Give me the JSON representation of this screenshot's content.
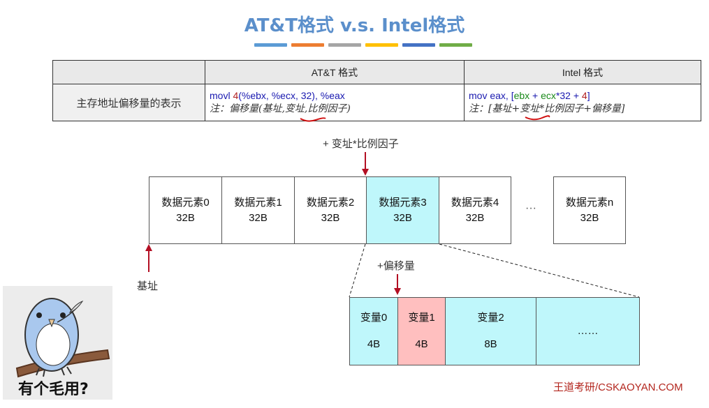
{
  "title": "AT&T格式 v.s. Intel格式",
  "color_bars": [
    "#5b9bd5",
    "#ed7d31",
    "#a5a5a5",
    "#ffc000",
    "#4472c4",
    "#70ad47"
  ],
  "table": {
    "headers": [
      "",
      "AT&T 格式",
      "Intel 格式"
    ],
    "row_label": "主存地址偏移量的表示",
    "att": {
      "code_op": "movl ",
      "code_num": "4",
      "code_args": "(%ebx, %ecx, 32), %eax",
      "note": "注：偏移量(基址,变址,比例因子)"
    },
    "intel": {
      "code_op": "mov eax, [",
      "code_reg": "ebx",
      "code_mid": " + ",
      "code_reg2": "ecx",
      "code_tail": "*32 + ",
      "code_num": "4",
      "code_end": "]",
      "note": "注：[基址+变址*比例因子+偏移量]"
    }
  },
  "labels": {
    "index_scale": "+ 变址*比例因子",
    "base": "基址",
    "offset": "+偏移量"
  },
  "array_cells": [
    {
      "name": "数据元素0",
      "size": "32B"
    },
    {
      "name": "数据元素1",
      "size": "32B"
    },
    {
      "name": "数据元素2",
      "size": "32B"
    },
    {
      "name": "数据元素3",
      "size": "32B"
    },
    {
      "name": "数据元素4",
      "size": "32B"
    },
    {
      "name": "数据元素n",
      "size": "32B"
    }
  ],
  "array_ellipsis": "···",
  "struct_cells": [
    {
      "name": "变量0",
      "size": "4B"
    },
    {
      "name": "变量1",
      "size": "4B"
    },
    {
      "name": "变量2",
      "size": "8B"
    }
  ],
  "struct_ellipsis": "……",
  "meme_text": "有个毛用?",
  "footer": "王道考研/CSKAOYAN.COM",
  "colors": {
    "arrow": "#b30f23",
    "highlight": "#bff7fb",
    "highlight_red": "#ffbfbf",
    "title": "#5b8fcb"
  }
}
